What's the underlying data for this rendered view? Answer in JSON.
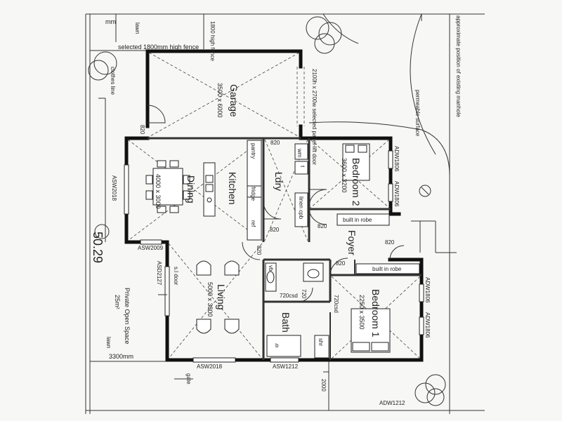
{
  "rooms": {
    "garage": {
      "name": "Garage",
      "size": "3500 x 6000"
    },
    "dining": {
      "name": "Dining",
      "size": "4000 x 3000"
    },
    "kitchen": {
      "name": "Kitchen"
    },
    "laundry": {
      "name": "Ldry"
    },
    "bedroom2": {
      "name": "Bedroom 2",
      "size": "3600 x 3200"
    },
    "bedroom1": {
      "name": "Bedroom 1",
      "size": "2250 x 3500"
    },
    "living": {
      "name": "Living",
      "size": "5000 x 3800"
    },
    "foyer": {
      "name": "Foyer"
    },
    "bath": {
      "name": "Bath"
    }
  },
  "labels": {
    "fence_1800": "selected 1800mm high fence",
    "fence_high": "1800 high fence",
    "lawn_top": "lawn",
    "mm_top": "mm",
    "clothes_line": "clothes line",
    "garage_door": "2100h x 2700w selected panel-lift door",
    "permeable": "permeable surface",
    "manhole": "approximate position of existing manhole",
    "private_open": "Private Open Space",
    "private_area": "25m²",
    "lawn_bottom": "lawn",
    "width_3300": "3300mm",
    "length_5029": "50.29",
    "gate": "gate",
    "dim_2000": "2000",
    "sl_door": "s.l door",
    "pantry": "pantry",
    "fridge": "fridge",
    "ref": "ref",
    "wm": "wm",
    "t": "t",
    "linen": "linen cpb",
    "robe2": "built in robe",
    "robe1": "built in robe",
    "vb": "vb",
    "shr": "shr",
    "b": "b",
    "csd1": "720csd",
    "csd2": "720csd",
    "d720": "720",
    "d820_garage": "820",
    "d820_kitchen": "820",
    "d820_ldry": "820",
    "d820_bed2": "820",
    "d820_foyer": "820",
    "d820_entry": "820",
    "d820_hall": "820"
  },
  "windows": {
    "asw2018_dining": "ASW2018",
    "asw2009": "ASW2009",
    "asd2127": "ASD2127",
    "asw2018_bottom": "ASW2018",
    "asw1212": "ASW1212",
    "adw1806_a": "ADW1806",
    "adw1806_b": "ADW1806",
    "adw1806_c": "ADW1806",
    "adw1806_d": "ADW1806",
    "adw1212": "ADW1212"
  }
}
